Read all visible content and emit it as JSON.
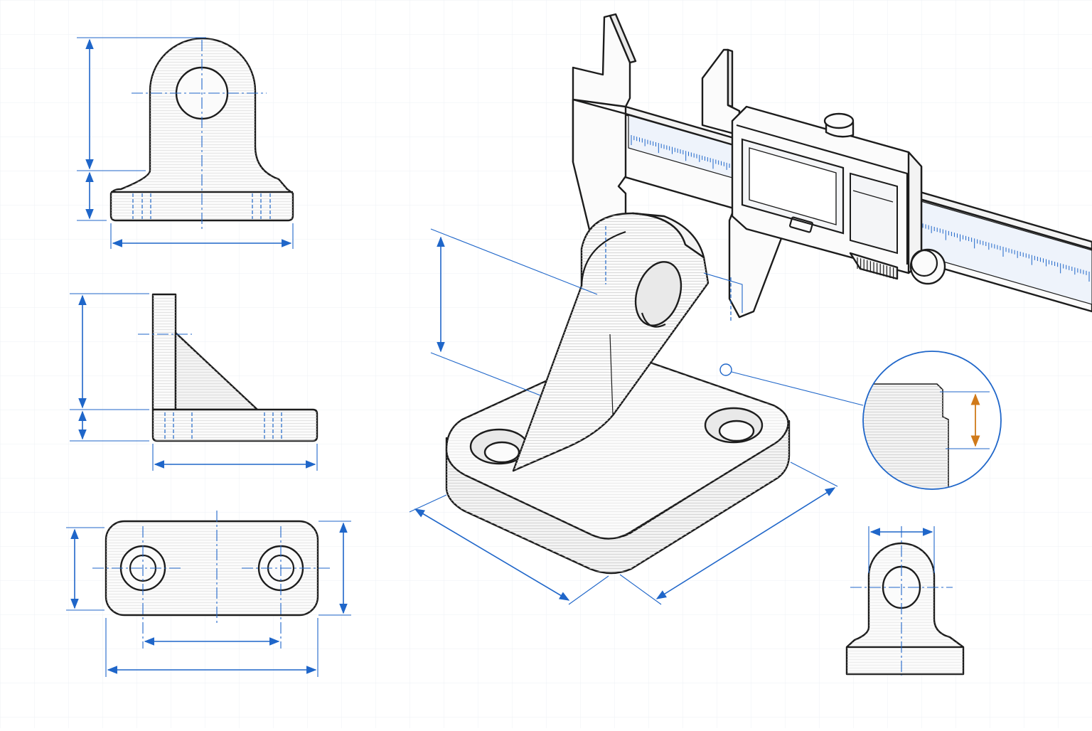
{
  "drawing": {
    "accent_color": "#1f66c9",
    "highlight_color": "#d07a1a",
    "line_color": "#1c1c1c",
    "grid_color": "#eef1f6"
  },
  "views": [
    {
      "name": "front-view"
    },
    {
      "name": "side-view"
    },
    {
      "name": "top-view"
    },
    {
      "name": "isometric-view"
    },
    {
      "name": "detail-view"
    },
    {
      "name": "small-front-view"
    }
  ],
  "tool": {
    "name": "digital-caliper",
    "display": ""
  }
}
